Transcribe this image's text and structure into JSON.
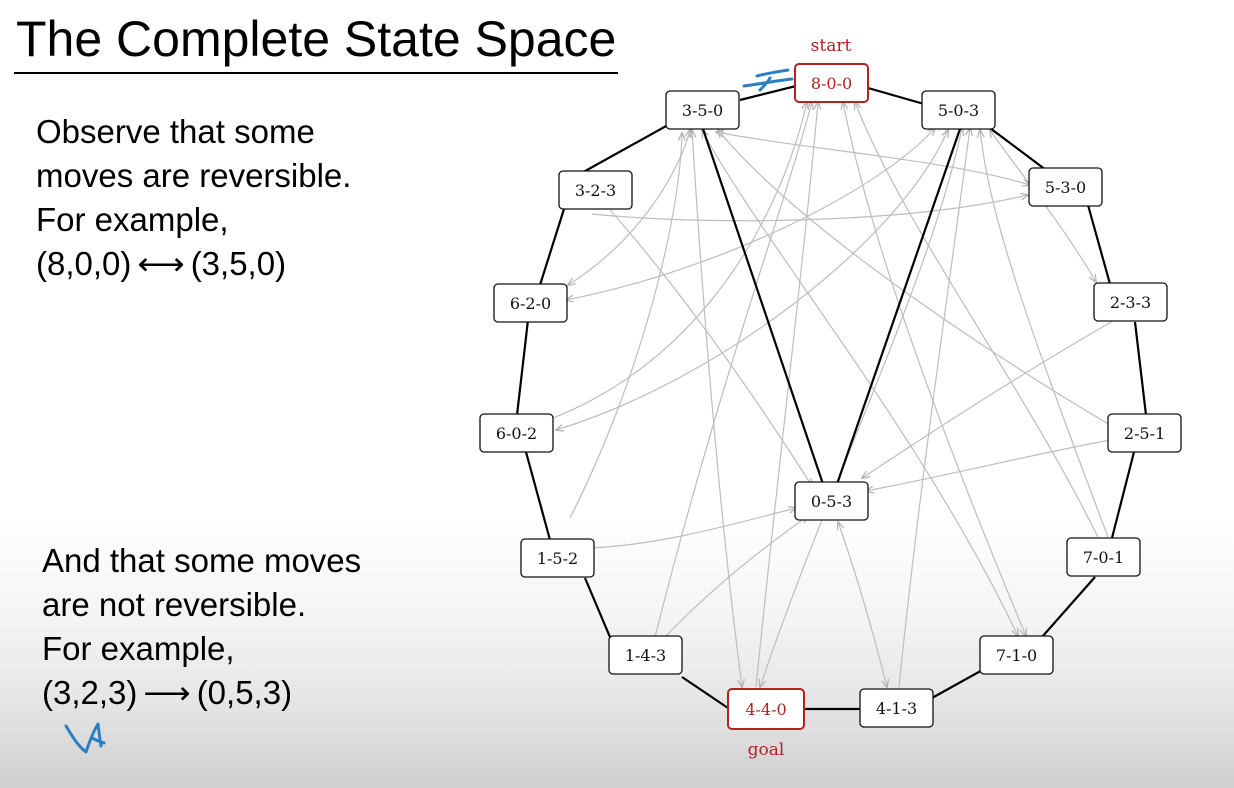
{
  "slide": {
    "title": "The Complete State Space",
    "observe_lines": [
      "Observe that some",
      "moves are reversible.",
      "For example,"
    ],
    "reversible_example": {
      "left": "(8,0,0)",
      "symbol": "⟷",
      "right": "(3,5,0)"
    },
    "nonrev_lines": [
      "And that some moves",
      "are  not reversible.",
      "For example,"
    ],
    "nonreversible_example": {
      "left": "(3,2,3)",
      "symbol": "⟶",
      "right": "(0,5,3)"
    }
  },
  "diagram": {
    "start_label": "start",
    "goal_label": "goal",
    "highlight_color": "#b22222",
    "nodes": [
      {
        "id": "n800",
        "label": "8-0-0",
        "role": "start"
      },
      {
        "id": "n503",
        "label": "5-0-3"
      },
      {
        "id": "n530",
        "label": "5-3-0"
      },
      {
        "id": "n233",
        "label": "2-3-3"
      },
      {
        "id": "n251",
        "label": "2-5-1"
      },
      {
        "id": "n701",
        "label": "7-0-1"
      },
      {
        "id": "n710",
        "label": "7-1-0"
      },
      {
        "id": "n413",
        "label": "4-1-3"
      },
      {
        "id": "n440",
        "label": "4-4-0",
        "role": "goal"
      },
      {
        "id": "n143",
        "label": "1-4-3"
      },
      {
        "id": "n152",
        "label": "1-5-2"
      },
      {
        "id": "n602",
        "label": "6-0-2"
      },
      {
        "id": "n620",
        "label": "6-2-0"
      },
      {
        "id": "n323",
        "label": "3-2-3"
      },
      {
        "id": "n350",
        "label": "3-5-0"
      },
      {
        "id": "n053",
        "label": "0-5-3"
      }
    ]
  }
}
